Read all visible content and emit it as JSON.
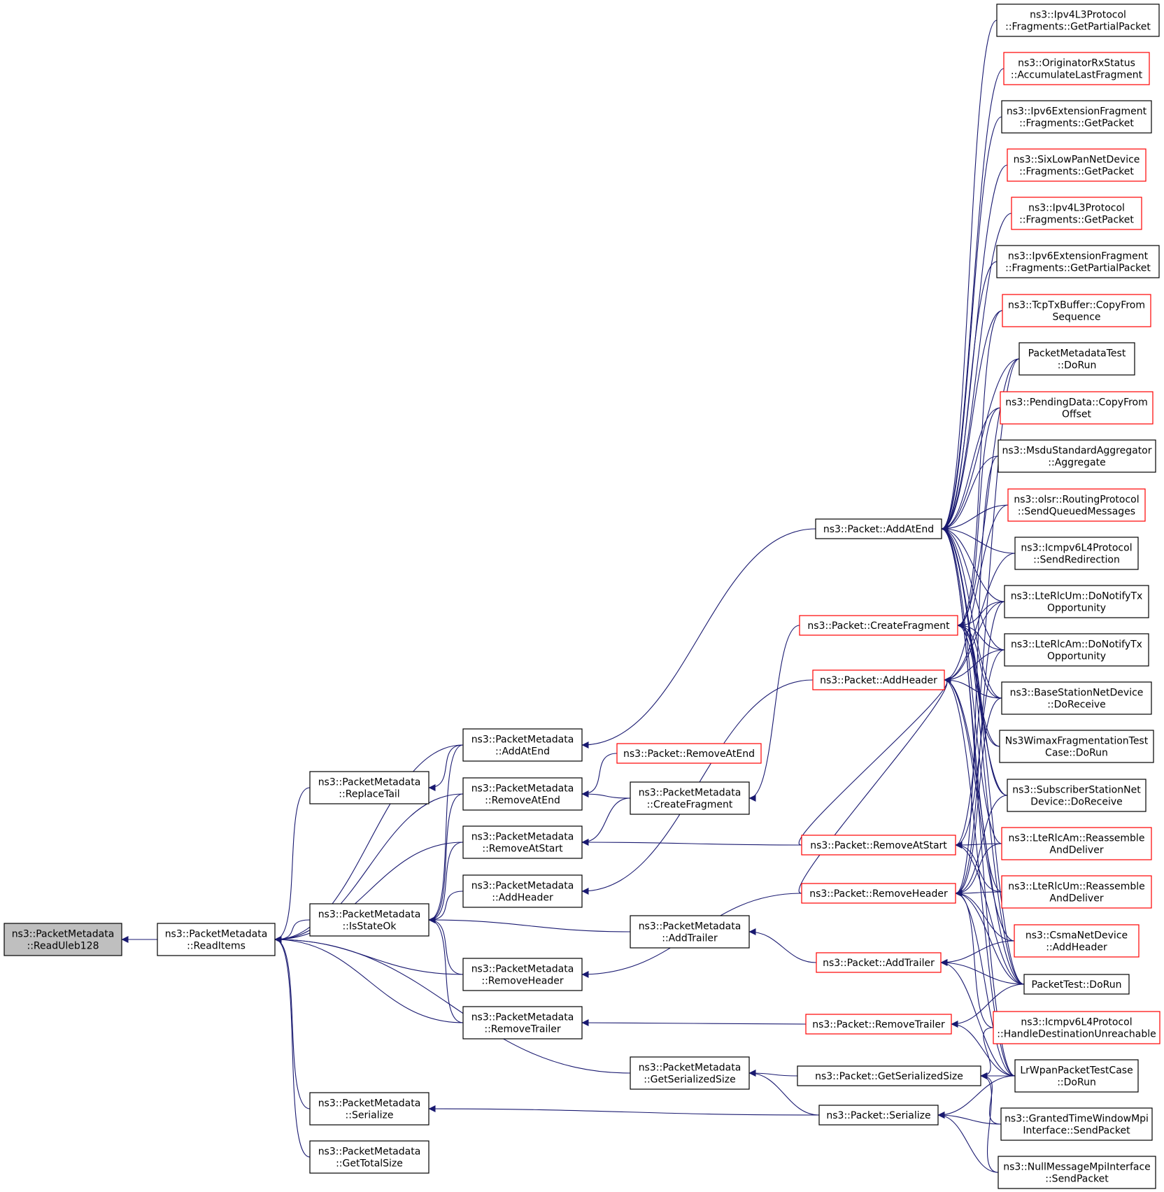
{
  "colors": {
    "edge": "#191970",
    "box_border": "#000000",
    "box_border_truncated": "#ff0000",
    "root_fill": "#bfbfbf",
    "box_fill": "#ffffff"
  },
  "nodes": {
    "root": {
      "lines": [
        "ns3::PacketMetadata",
        "::ReadUleb128"
      ]
    },
    "readitems": {
      "lines": [
        "ns3::PacketMetadata",
        "::ReadItems"
      ]
    },
    "replacetail": {
      "lines": [
        "ns3::PacketMetadata",
        "::ReplaceTail"
      ]
    },
    "isstateok": {
      "lines": [
        "ns3::PacketMetadata",
        "::IsStateOk"
      ]
    },
    "pm_serialize": {
      "lines": [
        "ns3::PacketMetadata",
        "::Serialize"
      ]
    },
    "pm_gettotalsize": {
      "lines": [
        "ns3::PacketMetadata",
        "::GetTotalSize"
      ]
    },
    "pm_addatend": {
      "lines": [
        "ns3::PacketMetadata",
        "::AddAtEnd"
      ]
    },
    "pm_removeatend": {
      "lines": [
        "ns3::PacketMetadata",
        "::RemoveAtEnd"
      ]
    },
    "pm_removeatstart": {
      "lines": [
        "ns3::PacketMetadata",
        "::RemoveAtStart"
      ]
    },
    "pm_addheader": {
      "lines": [
        "ns3::PacketMetadata",
        "::AddHeader"
      ]
    },
    "pm_removeheader": {
      "lines": [
        "ns3::PacketMetadata",
        "::RemoveHeader"
      ]
    },
    "pm_removetrailer": {
      "lines": [
        "ns3::PacketMetadata",
        "::RemoveTrailer"
      ]
    },
    "p_removeatend": {
      "lines": [
        "ns3::Packet::RemoveAtEnd"
      ]
    },
    "pm_createfragment": {
      "lines": [
        "ns3::PacketMetadata",
        "::CreateFragment"
      ]
    },
    "pm_addtrailer": {
      "lines": [
        "ns3::PacketMetadata",
        "::AddTrailer"
      ]
    },
    "pm_getserializedsize": {
      "lines": [
        "ns3::PacketMetadata",
        "::GetSerializedSize"
      ]
    },
    "p_addatend": {
      "lines": [
        "ns3::Packet::AddAtEnd"
      ]
    },
    "p_createfragment": {
      "lines": [
        "ns3::Packet::CreateFragment"
      ]
    },
    "p_addheader": {
      "lines": [
        "ns3::Packet::AddHeader"
      ]
    },
    "p_removeatstart": {
      "lines": [
        "ns3::Packet::RemoveAtStart"
      ]
    },
    "p_removeheader": {
      "lines": [
        "ns3::Packet::RemoveHeader"
      ]
    },
    "p_addtrailer": {
      "lines": [
        "ns3::Packet::AddTrailer"
      ]
    },
    "p_removetrailer": {
      "lines": [
        "ns3::Packet::RemoveTrailer"
      ]
    },
    "p_getserializedsize": {
      "lines": [
        "ns3::Packet::GetSerializedSize"
      ]
    },
    "p_serialize": {
      "lines": [
        "ns3::Packet::Serialize"
      ]
    },
    "r1": {
      "lines": [
        "ns3::Ipv4L3Protocol",
        "::Fragments::GetPartialPacket"
      ]
    },
    "r2": {
      "lines": [
        "ns3::OriginatorRxStatus",
        "::AccumulateLastFragment"
      ]
    },
    "r3": {
      "lines": [
        "ns3::Ipv6ExtensionFragment",
        "::Fragments::GetPacket"
      ]
    },
    "r4": {
      "lines": [
        "ns3::SixLowPanNetDevice",
        "::Fragments::GetPacket"
      ]
    },
    "r5": {
      "lines": [
        "ns3::Ipv4L3Protocol",
        "::Fragments::GetPacket"
      ]
    },
    "r6": {
      "lines": [
        "ns3::Ipv6ExtensionFragment",
        "::Fragments::GetPartialPacket"
      ]
    },
    "r7": {
      "lines": [
        "ns3::TcpTxBuffer::CopyFrom",
        "Sequence"
      ]
    },
    "r8": {
      "lines": [
        "PacketMetadataTest",
        "::DoRun"
      ]
    },
    "r9": {
      "lines": [
        "ns3::PendingData::CopyFrom",
        "Offset"
      ]
    },
    "r10": {
      "lines": [
        "ns3::MsduStandardAggregator",
        "::Aggregate"
      ]
    },
    "r11": {
      "lines": [
        "ns3::olsr::RoutingProtocol",
        "::SendQueuedMessages"
      ]
    },
    "r12": {
      "lines": [
        "ns3::Icmpv6L4Protocol",
        "::SendRedirection"
      ]
    },
    "r13": {
      "lines": [
        "ns3::LteRlcUm::DoNotifyTx",
        "Opportunity"
      ]
    },
    "r14": {
      "lines": [
        "ns3::LteRlcAm::DoNotifyTx",
        "Opportunity"
      ]
    },
    "r15": {
      "lines": [
        "ns3::BaseStationNetDevice",
        "::DoReceive"
      ]
    },
    "r16": {
      "lines": [
        "Ns3WimaxFragmentationTest",
        "Case::DoRun"
      ]
    },
    "r17": {
      "lines": [
        "ns3::SubscriberStationNet",
        "Device::DoReceive"
      ]
    },
    "r18": {
      "lines": [
        "ns3::LteRlcAm::Reassemble",
        "AndDeliver"
      ]
    },
    "r19": {
      "lines": [
        "ns3::LteRlcUm::Reassemble",
        "AndDeliver"
      ]
    },
    "r20": {
      "lines": [
        "ns3::CsmaNetDevice",
        "::AddHeader"
      ]
    },
    "r21": {
      "lines": [
        "PacketTest::DoRun"
      ]
    },
    "r22": {
      "lines": [
        "ns3::Icmpv6L4Protocol",
        "::HandleDestinationUnreachable"
      ]
    },
    "r23": {
      "lines": [
        "LrWpanPacketTestCase",
        "::DoRun"
      ]
    },
    "r24": {
      "lines": [
        "ns3::GrantedTimeWindowMpi",
        "Interface::SendPacket"
      ]
    },
    "r25": {
      "lines": [
        "ns3::NullMessageMpiInterface",
        "::SendPacket"
      ]
    }
  },
  "truncated_nodes": [
    "pm_removeheader_x",
    "p_removeatend",
    "p_createfragment",
    "p_addheader",
    "p_removeatstart",
    "p_removeheader",
    "p_addtrailer",
    "p_removetrailer",
    "r2",
    "r4",
    "r5",
    "r7",
    "r9",
    "r11",
    "r18",
    "r19",
    "r20",
    "r22"
  ],
  "edges": [
    [
      "readitems",
      "root"
    ],
    [
      "replacetail",
      "readitems"
    ],
    [
      "isstateok",
      "readitems"
    ],
    [
      "pm_serialize",
      "readitems"
    ],
    [
      "pm_gettotalsize",
      "readitems"
    ],
    [
      "pm_addatend",
      "readitems"
    ],
    [
      "pm_removeatend",
      "readitems"
    ],
    [
      "pm_removeatstart",
      "readitems"
    ],
    [
      "pm_removeheader",
      "readitems"
    ],
    [
      "pm_removetrailer",
      "readitems"
    ],
    [
      "pm_getserializedsize",
      "readitems"
    ],
    [
      "pm_addatend",
      "replacetail"
    ],
    [
      "pm_addatend",
      "isstateok"
    ],
    [
      "pm_removeatend",
      "isstateok"
    ],
    [
      "pm_removeatstart",
      "isstateok"
    ],
    [
      "pm_addheader",
      "isstateok"
    ],
    [
      "pm_removeheader",
      "isstateok"
    ],
    [
      "pm_removetrailer",
      "isstateok"
    ],
    [
      "pm_addtrailer",
      "isstateok"
    ],
    [
      "p_addatend",
      "pm_addatend"
    ],
    [
      "p_removeatend",
      "pm_removeatend"
    ],
    [
      "pm_createfragment",
      "pm_removeatend"
    ],
    [
      "pm_createfragment",
      "pm_removeatstart"
    ],
    [
      "p_removeatstart",
      "pm_removeatstart"
    ],
    [
      "p_addheader",
      "pm_addheader"
    ],
    [
      "p_removeheader",
      "pm_removeheader"
    ],
    [
      "p_removetrailer",
      "pm_removetrailer"
    ],
    [
      "p_addtrailer",
      "pm_addtrailer"
    ],
    [
      "p_createfragment",
      "pm_createfragment"
    ],
    [
      "p_getserializedsize",
      "pm_getserializedsize"
    ],
    [
      "p_serialize",
      "pm_getserializedsize"
    ],
    [
      "p_serialize",
      "pm_serialize"
    ],
    [
      "p_removeatstart",
      "p_addheader"
    ],
    [
      "p_removeheader",
      "p_addheader"
    ],
    [
      "r1",
      "p_addatend"
    ],
    [
      "r2",
      "p_addatend"
    ],
    [
      "r3",
      "p_addatend"
    ],
    [
      "r4",
      "p_addatend"
    ],
    [
      "r5",
      "p_addatend"
    ],
    [
      "r6",
      "p_addatend"
    ],
    [
      "r7",
      "p_addatend"
    ],
    [
      "r8",
      "p_addatend"
    ],
    [
      "r9",
      "p_addatend"
    ],
    [
      "r10",
      "p_addatend"
    ],
    [
      "r11",
      "p_addatend"
    ],
    [
      "r12",
      "p_addatend"
    ],
    [
      "r13",
      "p_addatend"
    ],
    [
      "r14",
      "p_addatend"
    ],
    [
      "r15",
      "p_addatend"
    ],
    [
      "r16",
      "p_addatend"
    ],
    [
      "r17",
      "p_addatend"
    ],
    [
      "r18",
      "p_addatend"
    ],
    [
      "r19",
      "p_addatend"
    ],
    [
      "r21",
      "p_addatend"
    ],
    [
      "r23",
      "p_addatend"
    ],
    [
      "r7",
      "p_createfragment"
    ],
    [
      "r8",
      "p_createfragment"
    ],
    [
      "r9",
      "p_createfragment"
    ],
    [
      "r13",
      "p_createfragment"
    ],
    [
      "r14",
      "p_createfragment"
    ],
    [
      "r15",
      "p_createfragment"
    ],
    [
      "r16",
      "p_createfragment"
    ],
    [
      "r17",
      "p_createfragment"
    ],
    [
      "r21",
      "p_createfragment"
    ],
    [
      "r11",
      "p_addheader"
    ],
    [
      "r12",
      "p_addheader"
    ],
    [
      "r13",
      "p_addheader"
    ],
    [
      "r14",
      "p_addheader"
    ],
    [
      "r15",
      "p_addheader"
    ],
    [
      "r20",
      "p_addheader"
    ],
    [
      "r21",
      "p_addheader"
    ],
    [
      "r23",
      "p_addheader"
    ],
    [
      "r8",
      "p_removeatstart"
    ],
    [
      "r14",
      "p_removeatstart"
    ],
    [
      "r18",
      "p_removeatstart"
    ],
    [
      "r19",
      "p_removeatstart"
    ],
    [
      "r21",
      "p_removeatstart"
    ],
    [
      "r10",
      "p_removeheader"
    ],
    [
      "r13",
      "p_removeheader"
    ],
    [
      "r15",
      "p_removeheader"
    ],
    [
      "r17",
      "p_removeheader"
    ],
    [
      "r18",
      "p_removeheader"
    ],
    [
      "r19",
      "p_removeheader"
    ],
    [
      "r20",
      "p_removeheader"
    ],
    [
      "r21",
      "p_removeheader"
    ],
    [
      "r22",
      "p_removeheader"
    ],
    [
      "r23",
      "p_removeheader"
    ],
    [
      "r20",
      "p_addtrailer"
    ],
    [
      "r21",
      "p_addtrailer"
    ],
    [
      "r23",
      "p_addtrailer"
    ],
    [
      "r21",
      "p_removetrailer"
    ],
    [
      "r23",
      "p_removetrailer"
    ],
    [
      "r22",
      "p_getserializedsize"
    ],
    [
      "r23",
      "p_getserializedsize"
    ],
    [
      "r24",
      "p_getserializedsize"
    ],
    [
      "r25",
      "p_getserializedsize"
    ],
    [
      "r23",
      "p_serialize"
    ],
    [
      "r24",
      "p_serialize"
    ],
    [
      "r25",
      "p_serialize"
    ]
  ]
}
